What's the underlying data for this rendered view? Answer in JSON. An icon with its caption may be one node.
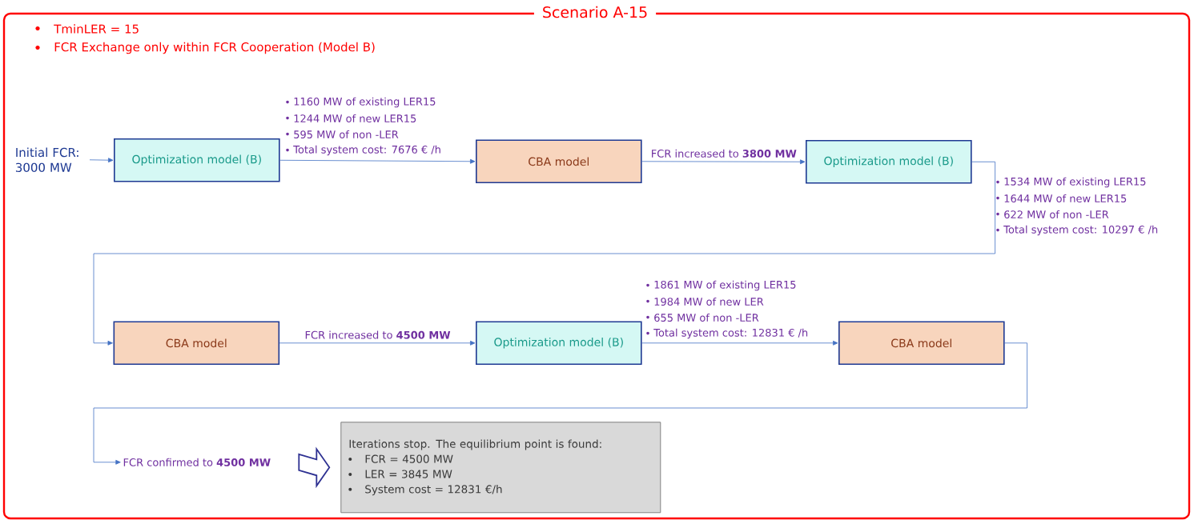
{
  "diagram": {
    "nodes": [
      {
        "text": [
          "Scenario A-15"
        ]
      },
      {
        "text": [
          "Initial FCR: 3000 MW"
        ],
        "in": 0
      },
      {
        "text": [
          "Optimization model (B)"
        ],
        "in": 0
      },
      {
        "text": [
          "CBA model"
        ],
        "in": 0
      },
      {
        "text": [
          "Optimization model (B)"
        ],
        "in": 0
      },
      {
        "text": [
          "CBA model"
        ],
        "in": 0
      },
      {
        "text": [
          "Optimization model (B)"
        ],
        "in": 0
      },
      {
        "text": [
          "CBA model"
        ],
        "in": 0
      },
      {
        "text": [
          "FCR confirmed to **4500 MW**"
        ],
        "in": 0
      },
      {
        "text": [
          "Iterations stop. The equilibrium point is found:",
          "FCR = 4500 MW",
          "LER = 3845 MW",
          "System cost = 12831 €/h"
        ],
        "in": 0
      }
    ],
    "edges": [
      {
        "from": 1,
        "to": 2,
        "arrow": "to"
      },
      {
        "from": 2,
        "to": 3,
        "arrow": "to"
      },
      {
        "from": 3,
        "to": 4,
        "arrow": "to",
        "label": "FCR increased to **3800 MW**"
      },
      {
        "from": 4,
        "to": 5,
        "arrow": "to"
      },
      {
        "from": 5,
        "to": 6,
        "arrow": "to",
        "label": "FCR increased to **4500 MW**"
      },
      {
        "from": 6,
        "to": 7,
        "arrow": "to"
      },
      {
        "from": 7,
        "to": 8,
        "arrow": "to"
      },
      {
        "from": 8,
        "to": 9,
        "arrow": "to",
        "style": "thick",
        "color": "#2e3192"
      }
    ],
    "labels": [
      "TminLER = 15",
      "FCR Exchange only within FCR Cooperation (Model B)",
      "1160 MW of existing LER15",
      "1244 MW of new LER15",
      "595 MW of non -LER",
      "Total system cost: 7676 € /h",
      "1534 MW of existing LER15",
      "1644 MW of new LER15",
      "622 MW of non -LER",
      "Total system cost: 10297 € /h",
      "1861 MW of existing LER15",
      "1984 MW of new LER",
      "655 MW of non -LER",
      "Total system cost: 12831 € /h"
    ]
  }
}
